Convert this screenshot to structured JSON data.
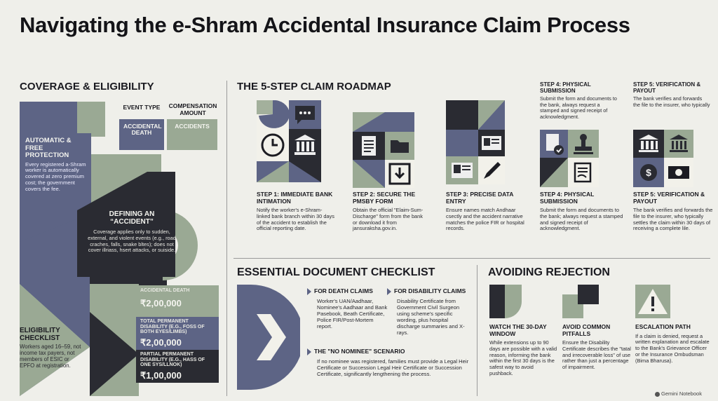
{
  "title": "Navigating the e-Shram Accidental Insurance Claim Process",
  "coverage": {
    "heading": "COVERAGE & ELIGIBILITY",
    "col_event": "EVENT TYPE",
    "col_comp": "COMPENSATION AMOUNT",
    "row_event": "ACCIDENTAL DEATH",
    "row_comp": "ACCIDENTS",
    "auto_title": "AUTOMATIC & FREE PROTECTION",
    "auto_text": "Every registered a-Shram worker is automatically covered at zero premium cost; the government covers the fee.",
    "def_title": "DEFINING AN “ACCIDENT”",
    "def_text": "Coverage applies only to sudden, external, and violent events (e.g., road craches, falls, snake bltes); does not cover illriass, hsert attacks, or suiside.",
    "amounts": [
      {
        "label": "ACCIDENTAL DEATH",
        "value": "₹2,00,000"
      },
      {
        "label": "TOTAL PERMANENT DISABILITY (e.g., foss of both eyes/limbs)",
        "value": "₹2,00,000"
      },
      {
        "label": "PARTIAL PERMANENT DISABILITY (e.g., hass of one sys/llnok)",
        "value": "₹1,00,000"
      }
    ],
    "elig_title": "ELIGIBILITY CHECKLIST",
    "elig_text": "Workers aged 16–59, not income tax payers, not members of ESIC or EPFO at registration."
  },
  "roadmap": {
    "heading": "THE 5-STEP CLAIM ROADMAP",
    "top4_title": "STEP 4: PHYSICAL SUBMISSION",
    "top4_text": "Submit the form and documents to the bank, always request a stamped and signed receipt of acknowledgment.",
    "top5_title": "STEP 5: VERIFICATION & PAYOUT",
    "top5_text": "The bank verifies and forwards the file to the insurer, who typically",
    "steps": [
      {
        "title": "STEP 1: IMMEDIATE BANK INTIMATION",
        "text": "Notify the worker's e-Shram-linked bank branch within 30 days of the accident to establish the official reporting date."
      },
      {
        "title": "STEP 2: SECURE THE PMSBY FORM",
        "text": "Obtain the official \"Elaim-Sum-Discharge\" form from the bank or download it from jansuraksha.gov.in."
      },
      {
        "title": "STEP 3: PRECISE DATA ENTRY",
        "text": "Ensure names match Andhaar csectly and the accident narrative matches the police FIR or hospital records."
      },
      {
        "title": "STEP 4: PHYSICAL SUBMISSION",
        "text": "Submit the form and documents to the bank; always request a stamped and signed receipt of acknowledgment."
      },
      {
        "title": "STEP 5: VERIFICATION & PAYOUT",
        "text": "The bank verifies and forwards the file to the insurer, who typically settles the claim within 30 days of receiving a complete lile."
      }
    ]
  },
  "checklist": {
    "heading": "ESSENTIAL DOCUMENT CHECKLIST",
    "death_title": "FOR DEATH CLAIMS",
    "death_text": "Worker's UAN/Aadhaar, Nominee's Aadhaar and Bank Pasebook, Beath Certificate, Police FIR/Post-Mortem report.",
    "dis_title": "FOR DISABILITY CLAIMS",
    "dis_text": "Disability Certificate from Government Civil Surgeon using scheme's specific wording, plus hospital discharge summaries and X-rays.",
    "nonom_title": "THE \"NO NOMINEE\" SCENARIO",
    "nonom_text": "If no nominee was registered, families must provide a Legal Heir Certificate or Succession Legal Heir Certificate or Succession Certificate, significantly lengthening the process."
  },
  "rejection": {
    "heading": "AVOIDING REJECTION",
    "items": [
      {
        "title": "WATCH THE 30-DAY WINDOW",
        "text": "While extensions up to 90 days are possible with a valid reason, informing the bank within the first 30 days is the safest way to avoid pushback."
      },
      {
        "title": "AVOID COMMON PITFALLS",
        "text": "Ensure the Disability Certificate describes the \"tatal and irrecoverable loss\" of use rather than just a percentage of impairment."
      },
      {
        "title": "ESCALATION PATH",
        "text": "If a claim is denied, request a written explanation and escalate to the Bank's Grievance Officer or the Insurance Ombudsman (Bima Bharusa)."
      }
    ]
  },
  "footer": "Gemini Notebook",
  "colors": {
    "navy": "#5d6485",
    "sage": "#9aa994",
    "dark": "#2a2b32",
    "cream": "#efefea"
  }
}
